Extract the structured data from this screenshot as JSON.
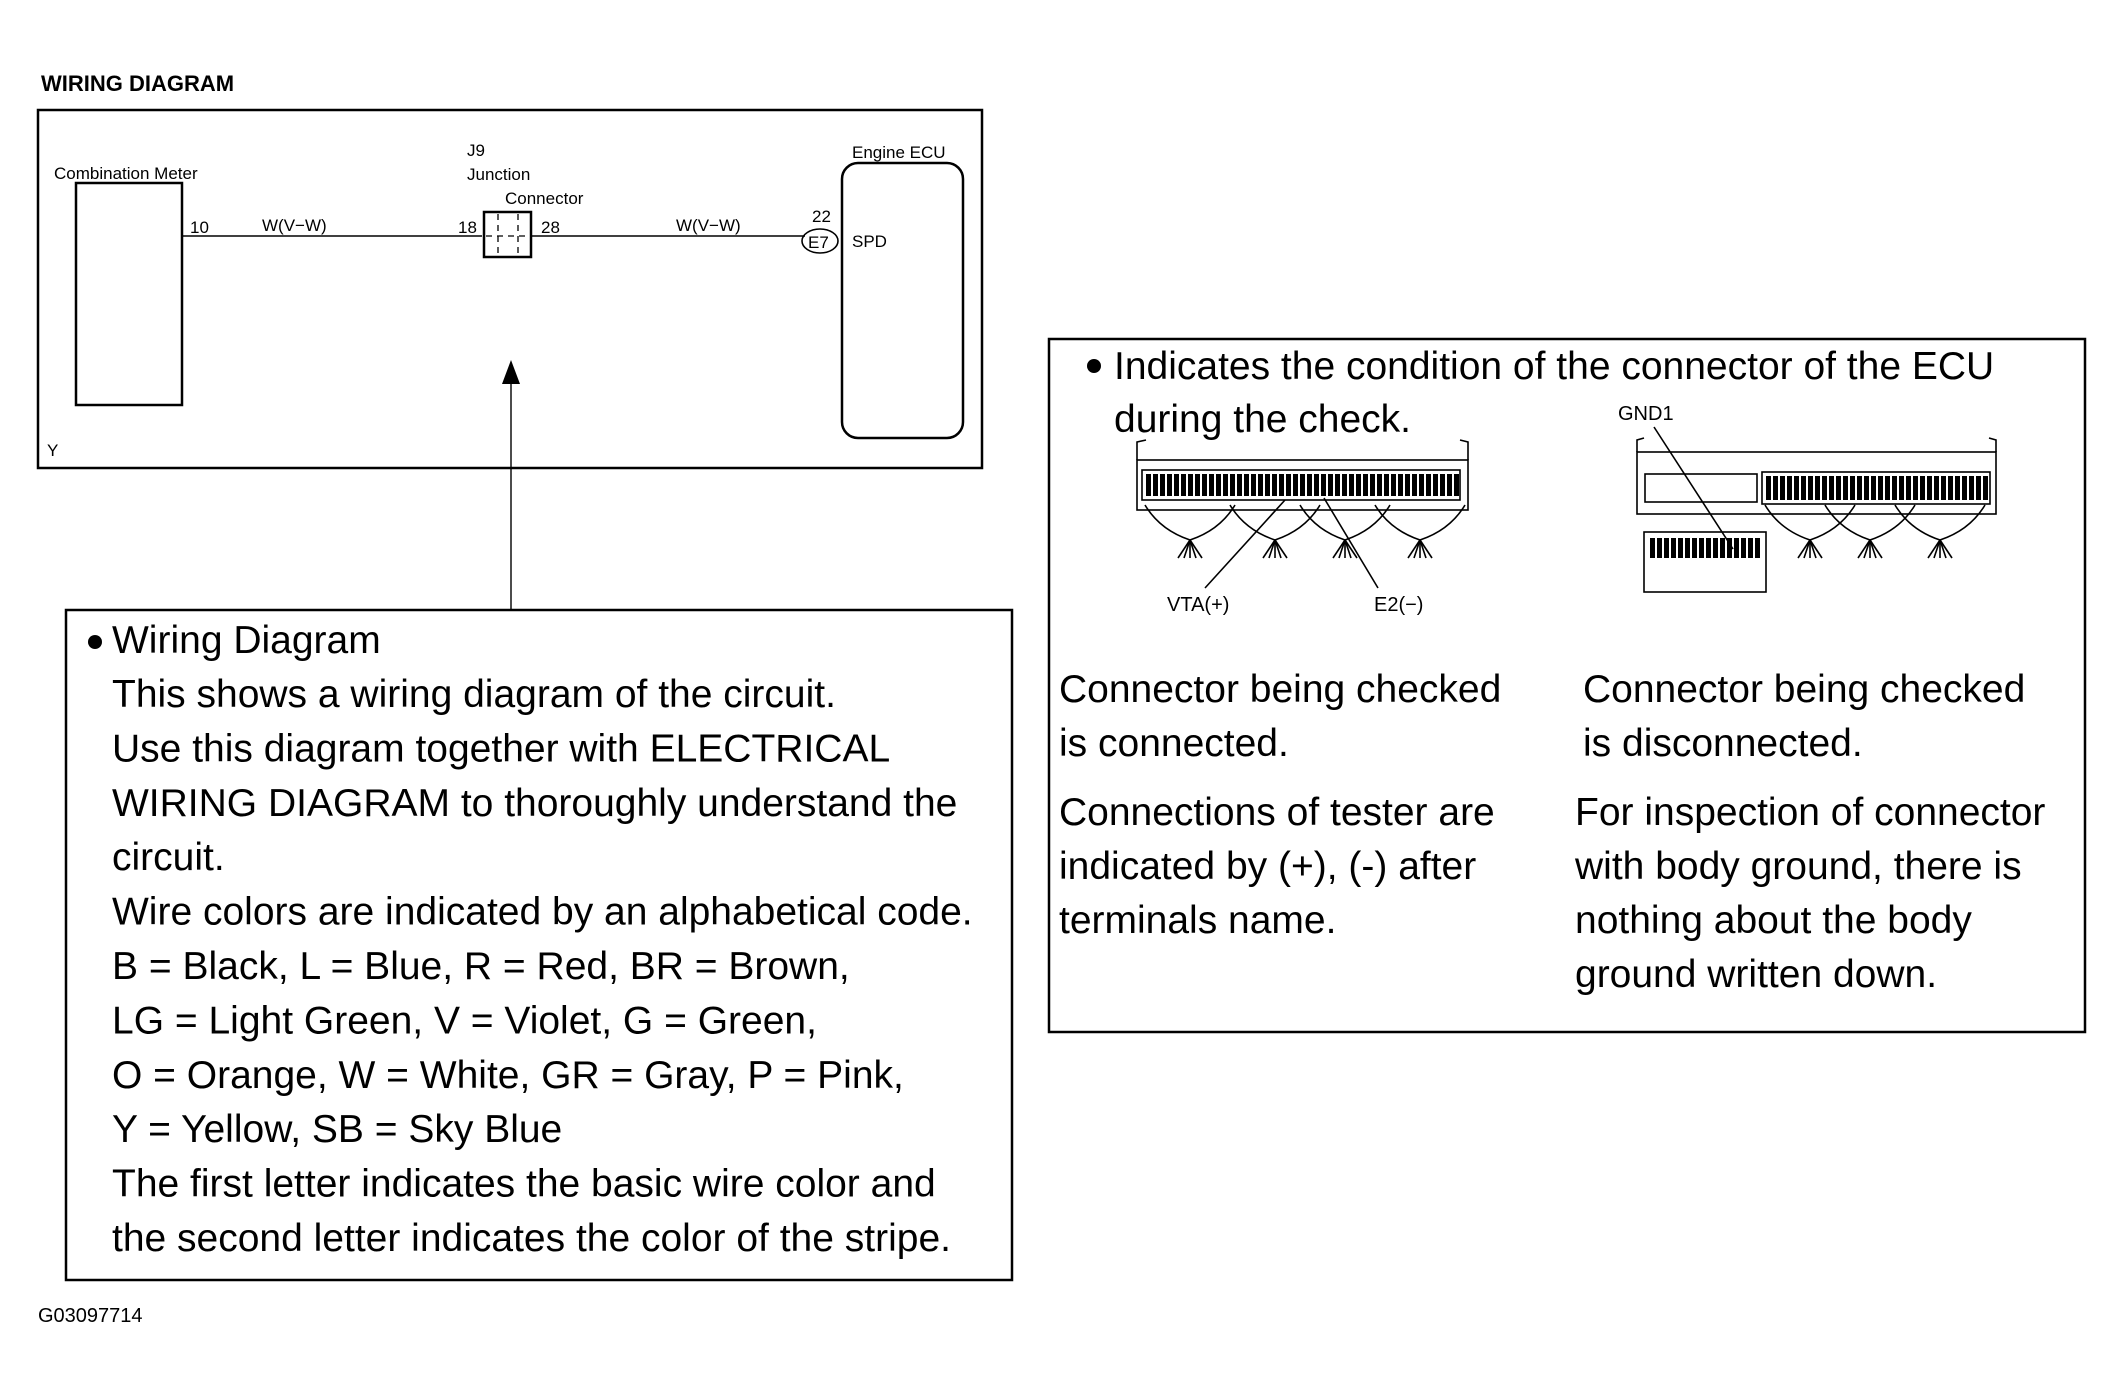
{
  "heading": "WIRING DIAGRAM",
  "wiring": {
    "combination_meter": "Combination Meter",
    "meter_pin": "10",
    "wire1": "W(V−W)",
    "junction_id": "J9",
    "junction_line1": "Junction",
    "junction_line2": "Connector",
    "junction_pin_left": "18",
    "junction_pin_right": "28",
    "wire2": "W(V−W)",
    "ecu_pin": "22",
    "ecu_connector": "E7",
    "engine_ecu": "Engine ECU",
    "spd": "SPD",
    "corner_mark": "Y"
  },
  "left_note": {
    "title": "Wiring Diagram",
    "lines": [
      "This shows a wiring diagram of the circuit.",
      "Use this diagram together with ELECTRICAL",
      "WIRING DIAGRAM to thoroughly understand the",
      "circuit.",
      "Wire colors are indicated by an alphabetical code.",
      "B = Black, L = Blue, R = Red, BR = Brown,",
      "LG = Light Green, V = Violet, G = Green,",
      "O = Orange, W = White, GR = Gray, P = Pink,",
      "Y = Yellow, SB = Sky Blue",
      "The first letter indicates the basic wire color and",
      "the second letter indicates the color of the stripe."
    ]
  },
  "right_note": {
    "title_line1": "Indicates the condition of the connector of the ECU",
    "title_line2": "during the check.",
    "gnd_label": "GND1",
    "vta_label": "VTA(+)",
    "e2_label": "E2(−)",
    "left_col": {
      "p1": [
        "Connector being checked",
        "is connected."
      ],
      "p2": [
        "Connections of tester are",
        "indicated by (+), (-) after",
        "terminals name."
      ]
    },
    "right_col": {
      "p1": [
        "Connector being checked",
        "is disconnected."
      ],
      "p2": [
        "For inspection of connector",
        "with body ground, there is",
        "nothing about the body",
        "ground written down."
      ]
    }
  },
  "figure_id": "G03097714"
}
